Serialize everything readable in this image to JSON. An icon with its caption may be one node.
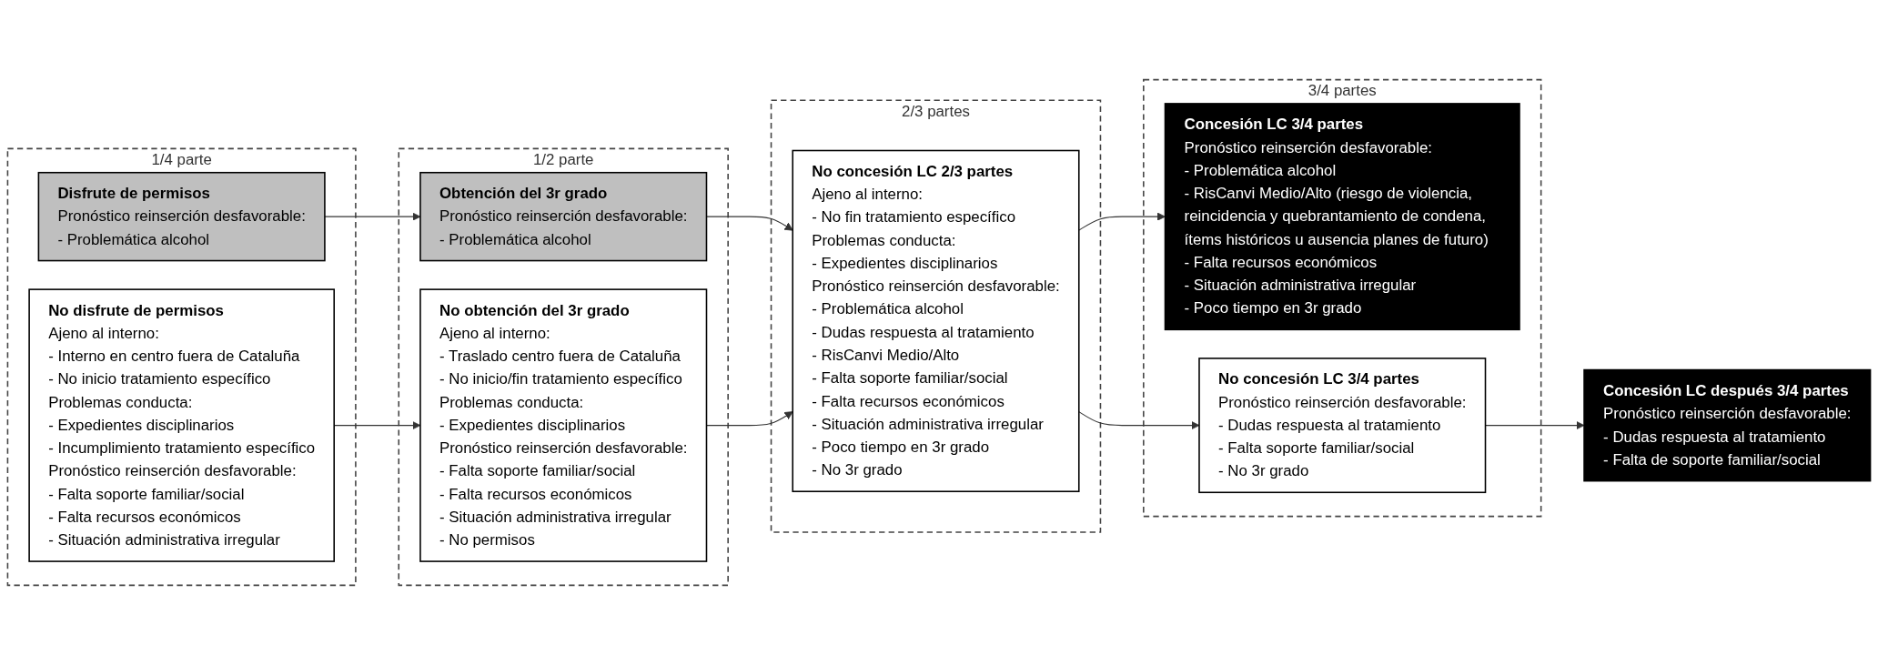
{
  "diagram": {
    "nodes": [
      {
        "text": [
          "1/4 parte"
        ]
      },
      {
        "text": [
          "Disfrute de permisos",
          "Pronóstico reinserción desfavorable:",
          "- Problemática alcohol"
        ],
        "in": 0
      },
      {
        "text": [
          "No disfrute de permisos",
          "Ajeno al interno:",
          "- Interno en centro fuera de Cataluña",
          "- No inicio tratamiento específico",
          "Problemas conducta:",
          "- Expedientes disciplinarios",
          "- Incumplimiento tratamiento específico",
          "Pronóstico reinserción desfavorable:",
          "- Falta soporte familiar/social",
          "- Falta recursos económicos",
          "- Situación administrativa irregular"
        ],
        "in": 0
      },
      {
        "text": [
          "1/2 parte"
        ]
      },
      {
        "text": [
          "Obtención del 3r grado",
          "Pronóstico reinserción desfavorable:",
          "- Problemática alcohol"
        ],
        "in": 3
      },
      {
        "text": [
          "No obtención del 3r grado",
          "Ajeno al interno:",
          "- Traslado centro fuera de Cataluña",
          "- No inicio/fin tratamiento específico",
          "Problemas conducta:",
          "- Expedientes disciplinarios",
          "Pronóstico reinserción desfavorable:",
          "- Falta soporte familiar/social",
          "- Falta recursos económicos",
          "- Situación administrativa irregular",
          "- No permisos"
        ],
        "in": 3
      },
      {
        "text": [
          "2/3 partes"
        ]
      },
      {
        "text": [
          "No concesión LC 2/3 partes",
          "Ajeno al interno:",
          "- No fin tratamiento específico",
          "Problemas conducta:",
          "- Expedientes disciplinarios",
          "Pronóstico reinserción desfavorable:",
          "- Problemática alcohol",
          "- Dudas respuesta al tratamiento",
          "- RisCanvi Medio/Alto",
          "- Falta soporte familiar/social",
          "- Falta recursos económicos",
          "- Situación administrativa irregular",
          "- Poco tiempo en 3r grado",
          "- No 3r grado"
        ],
        "in": 6
      },
      {
        "text": [
          "3/4 partes"
        ]
      },
      {
        "text": [
          "Concesión LC 3/4 partes",
          "Pronóstico reinserción desfavorable:",
          "- Problemática alcohol",
          "- RisCanvi Medio/Alto (riesgo de violencia, reincidencia y quebrantamiento de condena, ítems históricos u ausencia planes de futuro)",
          "- Falta recursos económicos",
          "- Situación administrativa irregular",
          "- Poco tiempo en 3r grado"
        ],
        "in": 8
      },
      {
        "text": [
          "No concesión LC 3/4 partes",
          "Pronóstico reinserción desfavorable:",
          "- Dudas respuesta al tratamiento",
          "- Falta soporte familiar/social",
          "- No 3r grado"
        ],
        "in": 8
      },
      {
        "text": [
          "Concesión LC después 3/4 partes",
          "Pronóstico reinserción desfavorable:",
          "- Dudas respuesta al tratamiento",
          "- Falta de soporte familiar/social"
        ]
      }
    ],
    "edges": [
      {
        "from": 1,
        "to": 4,
        "arrow": "to"
      },
      {
        "from": 2,
        "to": 5,
        "arrow": "to"
      },
      {
        "from": 4,
        "to": 7,
        "arrow": "to"
      },
      {
        "from": 5,
        "to": 7,
        "arrow": "to"
      },
      {
        "from": 7,
        "to": 9,
        "arrow": "to"
      },
      {
        "from": 7,
        "to": 10,
        "arrow": "to"
      },
      {
        "from": 10,
        "to": 11,
        "arrow": "to"
      }
    ]
  }
}
